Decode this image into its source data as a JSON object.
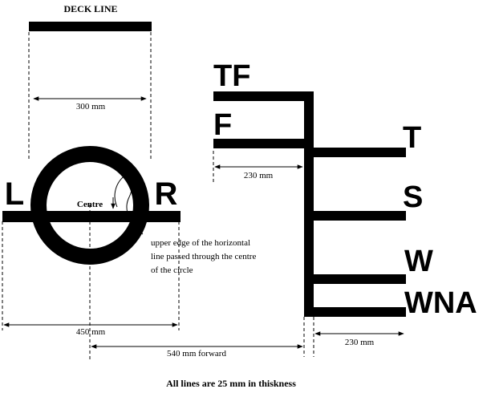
{
  "diagram": {
    "deck_line_label": "DECK LINE",
    "dim_300": "300 mm",
    "dim_230_top": "230 mm",
    "dim_230_bottom": "230 mm",
    "dim_450": "450 mm",
    "dim_540": "540 mm forward",
    "centre_label": "Centre",
    "note_line1": "upper edge of the horizontal",
    "note_line2": "line passed through the centre",
    "note_line3": "of the circle",
    "letter_L": "L",
    "letter_R": "R",
    "mark_TF": "TF",
    "mark_F": "F",
    "mark_T": "T",
    "mark_S": "S",
    "mark_W": "W",
    "mark_WNA": "WNA",
    "footer": "All lines are 25 mm in thiskness"
  }
}
